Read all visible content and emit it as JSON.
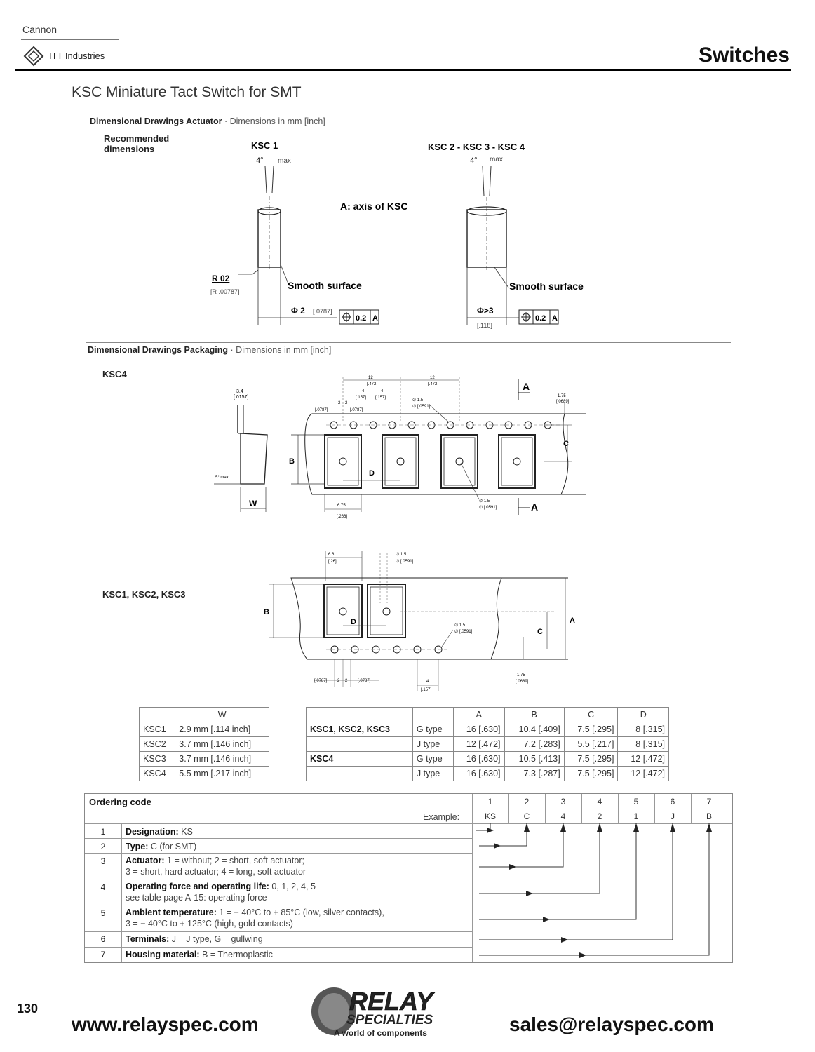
{
  "header": {
    "company": "Cannon",
    "company_sub": "ITT Industries",
    "category": "Switches",
    "doc_title": "KSC Miniature Tact Switch for SMT"
  },
  "actuator": {
    "section_title": "Dimensional Drawings Actuator",
    "section_sub": "· Dimensions in mm [inch]",
    "recommended": "Recommended dimensions",
    "ksc1": "KSC 1",
    "ksc234": "KSC 2 - KSC 3 - KSC 4",
    "angle": "4°",
    "max": "max",
    "axis": "A: axis of KSC",
    "smooth": "Smooth surface",
    "r02": "R 02",
    "r02_inch": "[R .00787]",
    "phi2": "Φ 2",
    "phi2_inch": "[.0787]",
    "phi3": "Φ>3",
    "phi3_inch": "[.118]",
    "tol": "0.2",
    "datum": "A"
  },
  "packaging": {
    "section_title": "Dimensional Drawings Packaging",
    "section_sub": "· Dimensions in mm [inch]",
    "ksc4_label": "KSC4",
    "ksc123_label": "KSC1, KSC2, KSC3",
    "dim_12": "12",
    "dim_12_inch": "[.472]",
    "dim_4": "4",
    "dim_4_inch": "[.157]",
    "dim_2": "2",
    "dim_2_inch": "[.0787]",
    "dim_15": "∅ 1.5",
    "dim_15_inch": "∅ [.0591]",
    "dim_175": "1.75",
    "dim_175_inch": "[.0689]",
    "dim_675": "6.75",
    "dim_675_inch": "[.266]",
    "dim_34": "3.4",
    "dim_34_inch": "[.0157]",
    "dim_66": "6.6",
    "dim_66_inch": "[.26]",
    "five_max": "5° max.",
    "A": "A",
    "B": "B",
    "C": "C",
    "D": "D",
    "W": "W"
  },
  "w_table": {
    "header": "W",
    "rows": [
      {
        "model": "KSC1",
        "w": "2.9 mm [.114 inch]"
      },
      {
        "model": "KSC2",
        "w": "3.7 mm [.146 inch]"
      },
      {
        "model": "KSC3",
        "w": "3.7 mm [.146 inch]"
      },
      {
        "model": "KSC4",
        "w": "5.5 mm [.217 inch]"
      }
    ]
  },
  "abcd_table": {
    "headers": [
      "A",
      "B",
      "C",
      "D"
    ],
    "rows": [
      {
        "group": "KSC1, KSC2, KSC3",
        "type": "G type",
        "a": "16 [.630]",
        "b": "10.4 [.409]",
        "c": "7.5 [.295]",
        "d": "8 [.315]"
      },
      {
        "group": "",
        "type": "J type",
        "a": "12 [.472]",
        "b": "7.2 [.283]",
        "c": "5.5 [.217]",
        "d": "8 [.315]"
      },
      {
        "group": "KSC4",
        "type": "G type",
        "a": "16 [.630]",
        "b": "10.5 [.413]",
        "c": "7.5 [.295]",
        "d": "12 [.472]"
      },
      {
        "group": "",
        "type": "J type",
        "a": "16 [.630]",
        "b": "7.3 [.287]",
        "c": "7.5 [.295]",
        "d": "12 [.472]"
      }
    ]
  },
  "ordering": {
    "title": "Ordering code",
    "example_label": "Example:",
    "positions": [
      "1",
      "2",
      "3",
      "4",
      "5",
      "6",
      "7"
    ],
    "example": [
      "KS",
      "C",
      "4",
      "2",
      "1",
      "J",
      "B"
    ],
    "rows": [
      {
        "num": "1",
        "label": "Designation:",
        "text": " KS",
        "text2": ""
      },
      {
        "num": "2",
        "label": "Type:",
        "text": " C (for SMT)",
        "text2": ""
      },
      {
        "num": "3",
        "label": "Actuator:",
        "text": " 1 = without; 2 = short, soft actuator;",
        "text2": "3 = short, hard actuator; 4 = long, soft actuator"
      },
      {
        "num": "4",
        "label": "Operating force and operating life:",
        "text": " 0, 1, 2, 4, 5",
        "text2": "see table page A-15: operating force"
      },
      {
        "num": "5",
        "label": "Ambient temperature:",
        "text": " 1 = − 40°C to + 85°C (low, silver contacts),",
        "text2": "3 = − 40°C to + 125°C (high, gold contacts)"
      },
      {
        "num": "6",
        "label": "Terminals:",
        "text": " J = J type, G = gullwing",
        "text2": ""
      },
      {
        "num": "7",
        "label": "Housing material:",
        "text": " B = Thermoplastic",
        "text2": ""
      }
    ]
  },
  "footer": {
    "page": "130",
    "web": "www.relayspec.com",
    "email": "sales@relayspec.com",
    "logo_top": "RELAY",
    "logo_mid": "SPECIALTIES",
    "logo_bottom": "A world of components"
  }
}
